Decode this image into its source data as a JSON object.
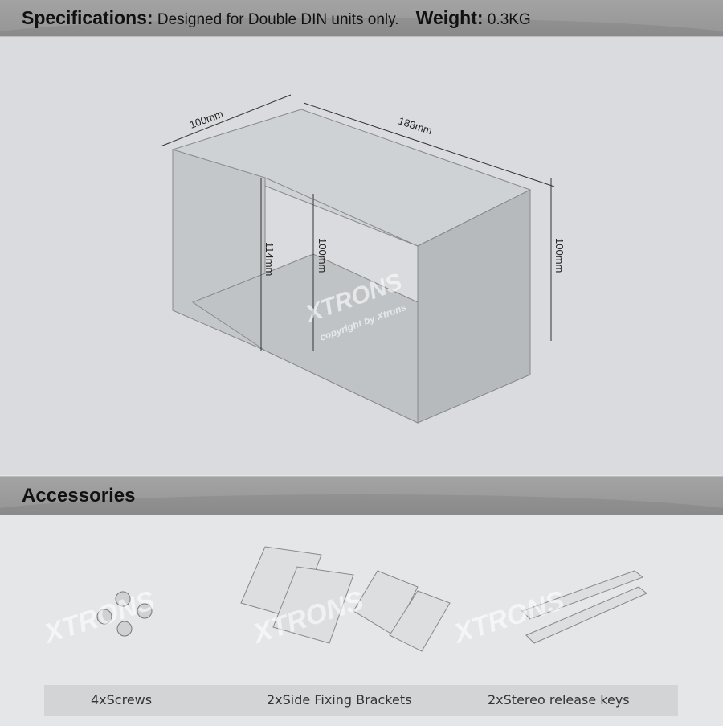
{
  "header": {
    "spec_label": "Specifications:",
    "spec_text": "Designed for Double DIN units only.",
    "weight_label": "Weight:",
    "weight_value": "0.3KG"
  },
  "dimensions": {
    "depth": "100mm",
    "length": "183mm",
    "height_right": "100mm",
    "height_inner": "100mm",
    "height_front": "114mm"
  },
  "accessories": {
    "title": "Accessories",
    "items": [
      {
        "label": "4xScrews"
      },
      {
        "label": "2xSide Fixing Brackets"
      },
      {
        "label": "2xStereo release keys"
      }
    ]
  },
  "watermark": {
    "brand": "XTRONS",
    "copyright": "copyright by Xtrons"
  }
}
